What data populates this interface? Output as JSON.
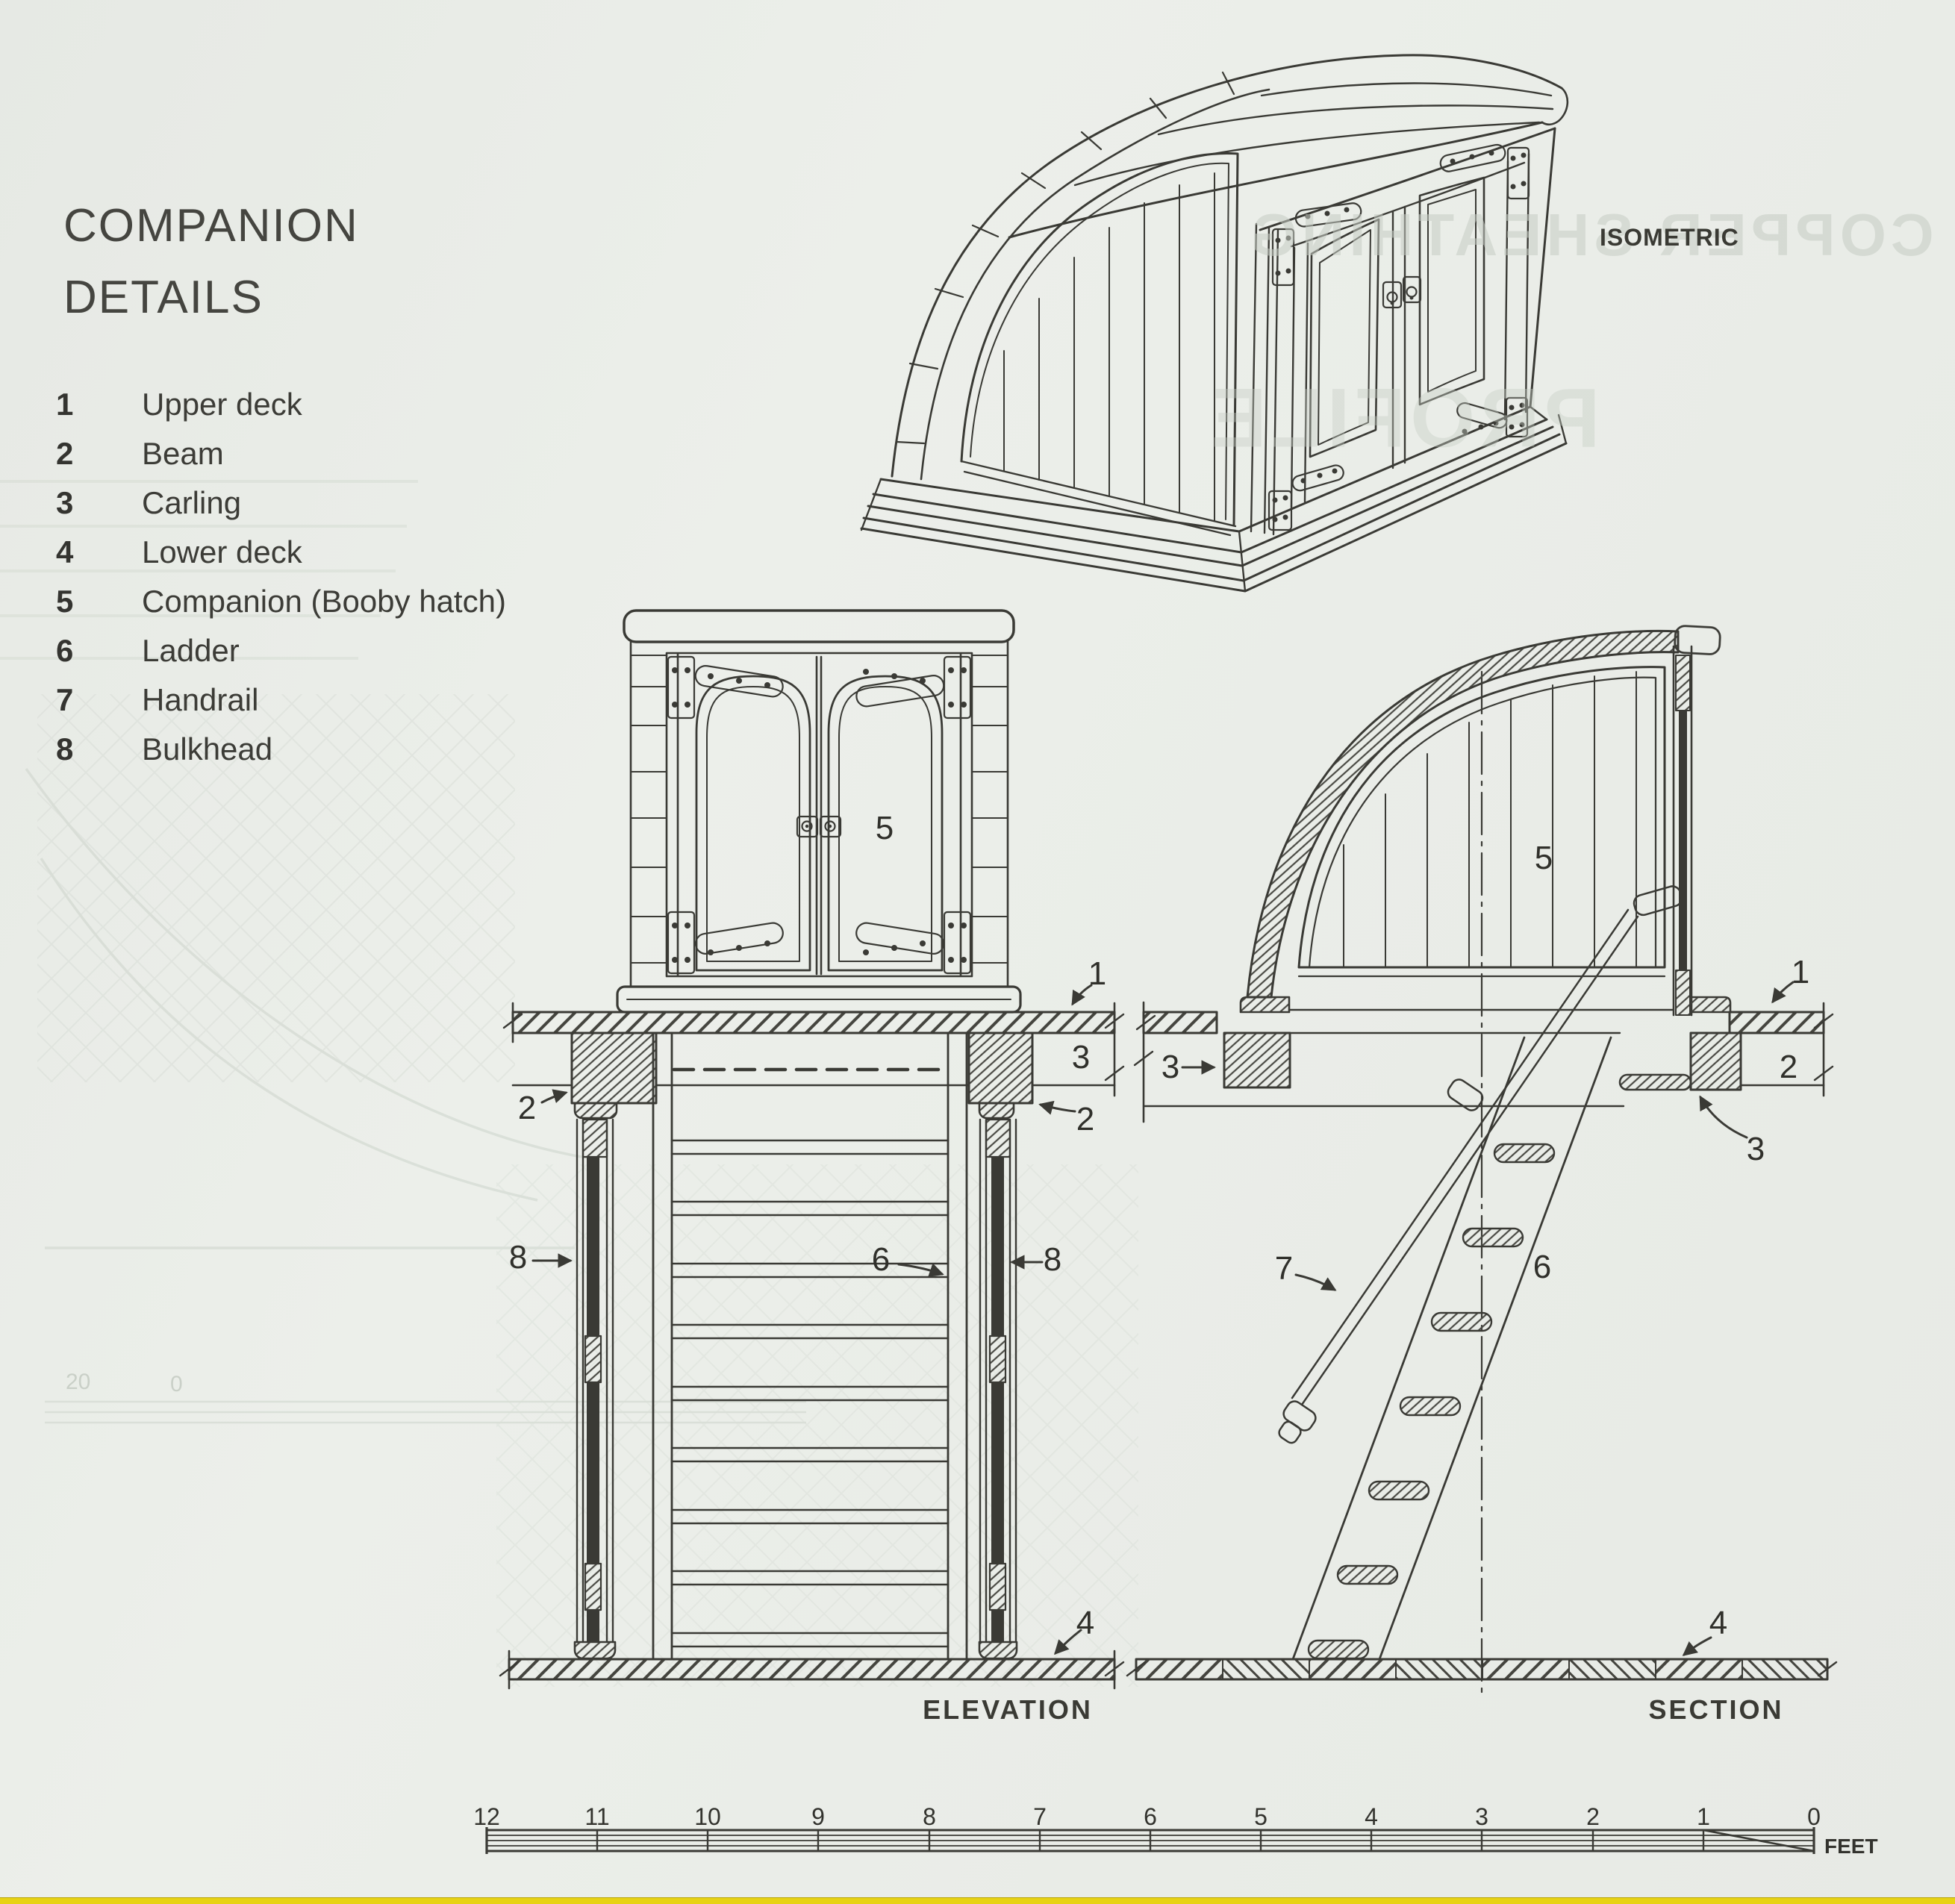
{
  "page": {
    "title_line1": "COMPANION",
    "title_line2": "DETAILS"
  },
  "legend": {
    "items": [
      {
        "num": "1",
        "label": "Upper deck"
      },
      {
        "num": "2",
        "label": "Beam"
      },
      {
        "num": "3",
        "label": "Carling"
      },
      {
        "num": "4",
        "label": "Lower deck"
      },
      {
        "num": "5",
        "label": "Companion (Booby hatch)"
      },
      {
        "num": "6",
        "label": "Ladder"
      },
      {
        "num": "7",
        "label": "Handrail"
      },
      {
        "num": "8",
        "label": "Bulkhead"
      }
    ]
  },
  "views": {
    "isometric": {
      "caption": "ISOMETRIC"
    },
    "elevation": {
      "caption": "ELEVATION"
    },
    "section": {
      "caption": "SECTION"
    }
  },
  "callouts": {
    "elevation": {
      "c5": "5",
      "c1": "1",
      "c3": "3",
      "c2l": "2",
      "c2r": "2",
      "c8l": "8",
      "c8r": "8",
      "c6": "6",
      "c4": "4"
    },
    "section": {
      "c5": "5",
      "c1": "1",
      "c2": "2",
      "c3l": "3",
      "c3r": "3",
      "c7": "7",
      "c6": "6",
      "c4": "4"
    }
  },
  "scale_bar": {
    "ticks": [
      "12",
      "11",
      "10",
      "9",
      "8",
      "7",
      "6",
      "5",
      "4",
      "3",
      "2",
      "1",
      "0"
    ],
    "unit_label": "FEET"
  },
  "ghosts": {
    "bleed_text_top": "COPPER SHEATHING",
    "bleed_text_mid": "PROFILE",
    "bleed_num_a": "20",
    "bleed_num_b": "0"
  },
  "colors": {
    "ink": "#3a3a35",
    "paper": "#e9ece7",
    "page_edge_yellow": "#e7d214"
  }
}
